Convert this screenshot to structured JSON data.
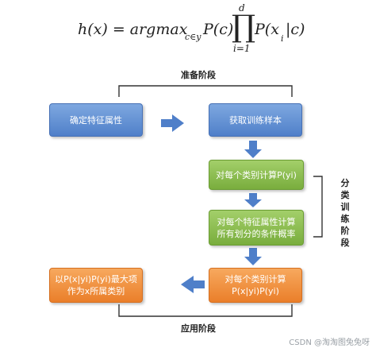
{
  "formula": {
    "lhs": "h(x) = argmax",
    "subscript": "c∈y",
    "after_argmax": "P(c)",
    "prod_upper": "d",
    "prod_symbol": "∏",
    "prod_lower": "i=1",
    "term": "P(x",
    "term_sub": "i",
    "term_end": "|c)"
  },
  "phases": {
    "prep": "准备阶段",
    "classifier_training": "分类训练阶段",
    "application": "应用阶段"
  },
  "boxes": {
    "determine_features": "确定特征属性",
    "get_samples": "获取训练样本",
    "compute_class_prob": "对每个类别计算P(yi)",
    "compute_cond_prob": "对每个特征属性计算所有划分的条件概率",
    "compute_joint_prob": "对每个类别计算P(x|yi)P(yi)",
    "choose_max": "以P(x|yi)P(yi)最大项作为x所属类别"
  },
  "watermark": "CSDN @淘淘图兔兔呀"
}
